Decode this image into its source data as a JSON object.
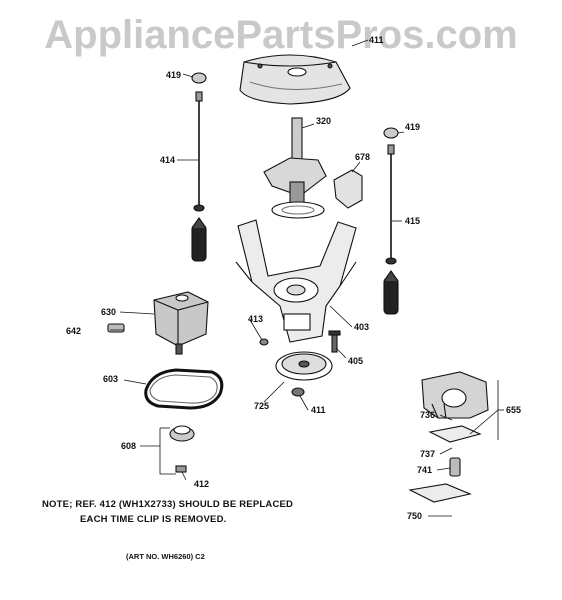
{
  "watermark": "AppliancePartsPros.com",
  "parts": {
    "p411a": "411",
    "p419l": "419",
    "p419r": "419",
    "p320": "320",
    "p678": "678",
    "p414": "414",
    "p415": "415",
    "p630": "630",
    "p642": "642",
    "p413": "413",
    "p403": "403",
    "p405": "405",
    "p603": "603",
    "p725": "725",
    "p411b": "411",
    "p655": "655",
    "p736": "736",
    "p608": "608",
    "p737": "737",
    "p741": "741",
    "p412": "412",
    "p750": "750"
  },
  "note": {
    "line1": "NOTE; REF. 412 (WH1X2733) SHOULD BE REPLACED",
    "line2": "EACH TIME CLIP IS REMOVED."
  },
  "art_no": "(ART NO. WH6260) C2"
}
